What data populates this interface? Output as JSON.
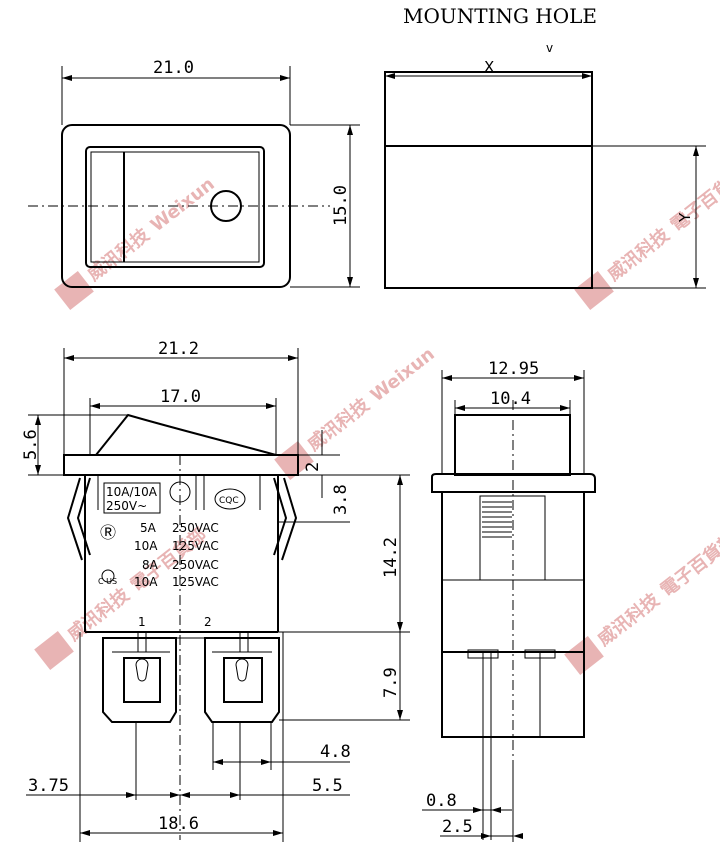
{
  "title": "MOUNTING HOLE",
  "mounting_hole": {
    "x_label": "X",
    "y_label": "Y",
    "corner_mark": "v"
  },
  "front_view": {
    "width": "21.0",
    "height": "15.0"
  },
  "side_view": {
    "body_width": "21.2",
    "actuator_width": "17.0",
    "actuator_height": "5.6",
    "flange": "2",
    "clip_gap": "3.8",
    "body_height": "14.2",
    "terminal_length": "7.9",
    "terminal_width": "4.8",
    "left_offset": "3.75",
    "pitch": "5.5",
    "overall_width": "18.6",
    "terminal_1": "1",
    "terminal_2": "2",
    "markings": {
      "rating_box_line1": "10A/10A",
      "rating_box_line2": "250V~",
      "cqc": "CQC",
      "ur_mark": "Ⓡ",
      "row1_amp": "5A",
      "row1_volt": "250VAC",
      "row2_amp": "10A",
      "row2_volt": "125VAC",
      "row3_amp": "8A",
      "row3_volt": "250VAC",
      "row4_amp": "10A",
      "row4_volt": "125VAC",
      "cus": "C US"
    }
  },
  "end_view": {
    "flange_width": "12.95",
    "body_width": "10.4",
    "pin_thickness": "0.8",
    "pin_pitch": "2.5"
  },
  "watermark": {
    "cn": "威讯科技",
    "en": "Weixun",
    "sub": "電子百貨部"
  }
}
